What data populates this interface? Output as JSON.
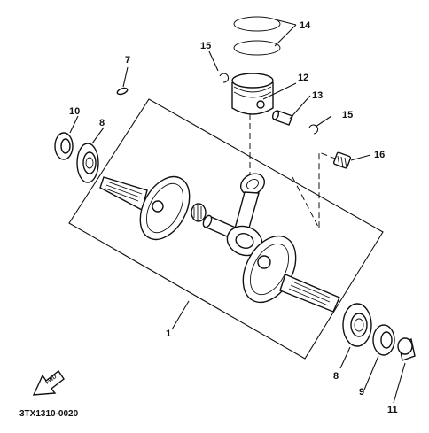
{
  "diagram": {
    "part_labels": {
      "p1": "1",
      "p7": "7",
      "p8a": "8",
      "p8b": "8",
      "p9": "9",
      "p10": "10",
      "p11": "11",
      "p12": "12",
      "p13": "13",
      "p14": "14",
      "p15a": "15",
      "p15b": "15",
      "p16": "16"
    },
    "drawing_code": "3TX1310-0020",
    "fwd_label": "FWD"
  }
}
